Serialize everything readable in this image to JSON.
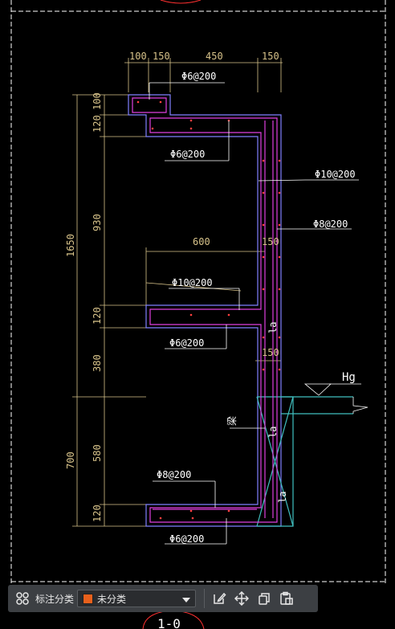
{
  "drawing": {
    "dims_top": [
      "100",
      "150",
      "450",
      "150"
    ],
    "dim_600": "600",
    "dim_150_mid": "150",
    "dim_150_low": "150",
    "dims_left_inner": [
      "100",
      "120",
      "930",
      "120",
      "380",
      "580",
      "120"
    ],
    "dim_1650": "1650",
    "dim_700": "700",
    "rebar_labels": {
      "top_a": "Φ6@200",
      "top_b": "Φ6@200",
      "right_a": "Φ10@200",
      "right_b": "Φ8@200",
      "mid_a": "Φ10@200",
      "mid_b": "Φ6@200",
      "bot_a": "Φ8@200",
      "bot_b": "Φ6@200"
    },
    "la_labels": [
      "la",
      "la",
      "la"
    ],
    "hg_label": "Hg",
    "beam_label": "梁",
    "bottom_partial": "1-0"
  },
  "toolbar": {
    "category_label": "标注分类",
    "category_value": "未分类",
    "category_color": "#e8601c"
  },
  "colors": {
    "dimension": "#d8c38a",
    "rebar": "#e040e0",
    "concrete": "#8080ff",
    "text": "#ffffff",
    "cyan": "#40c0c0"
  }
}
